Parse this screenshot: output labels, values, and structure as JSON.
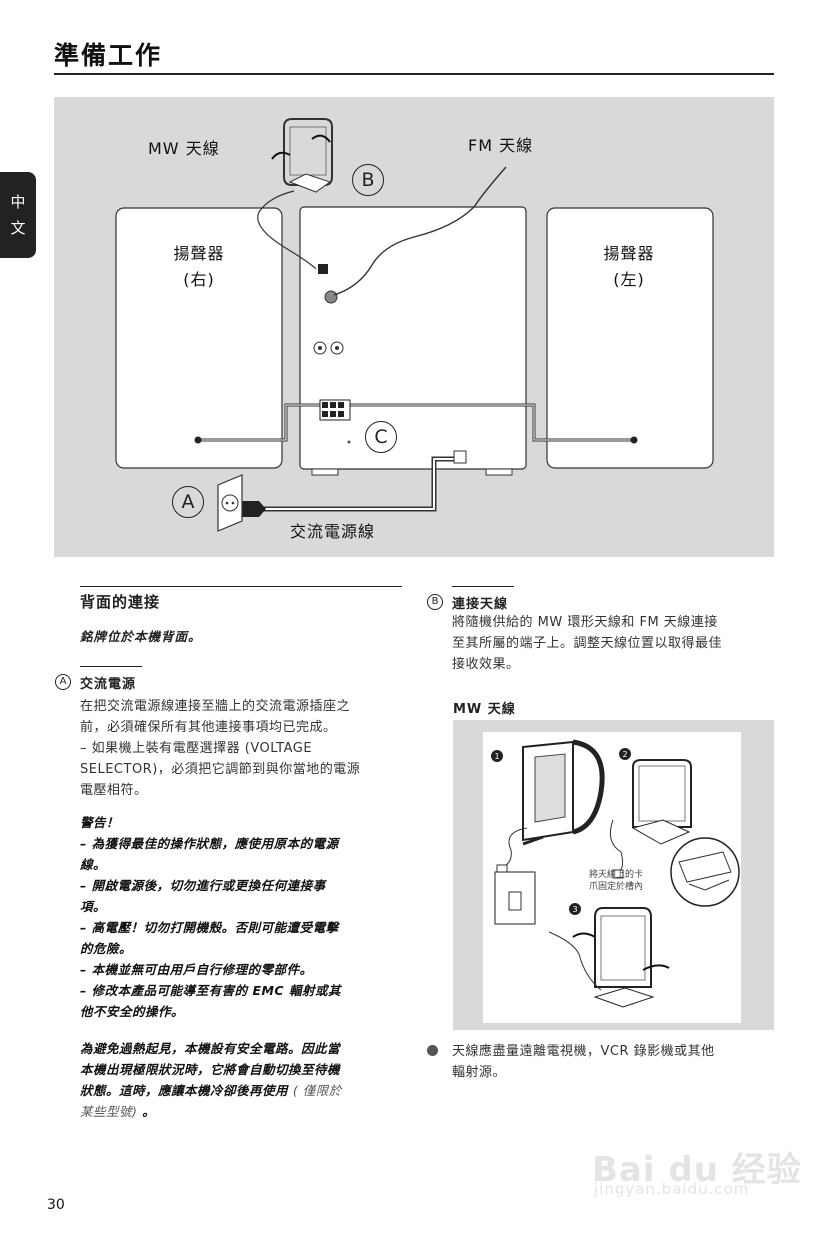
{
  "page": {
    "title": "準備工作",
    "side_tab": [
      "中",
      "文"
    ],
    "page_number": "30"
  },
  "figure": {
    "mw_antenna": "MW 天線",
    "fm_antenna": "FM 天線",
    "speaker_right_1": "揚聲器",
    "speaker_right_2": "(右)",
    "speaker_left_1": "揚聲器",
    "speaker_left_2": "(左)",
    "mark_a": "A",
    "mark_b": "B",
    "mark_c": "C",
    "ac_cord": "交流電源線"
  },
  "left_column": {
    "heading": "背面的連接",
    "note": "銘牌位於本機背面。",
    "ac_mark": "A",
    "ac_heading": "交流電源",
    "ac_body": [
      "在把交流電源線連接至牆上的交流電源插座之",
      "前，必須確保所有其他連接事項均已完成。",
      "– 如果機上裝有電壓選擇器 (VOLTAGE",
      "SELECTOR)，必須把它調節到與你當地的電源",
      "電壓相符。"
    ],
    "warning_lines": [
      "警告！",
      "– 為獲得最佳的操作狀態，應使用原本的電源",
      "線。",
      "– 開啟電源後，切勿進行或更換任何連接事",
      "項。",
      "– 高電壓！切勿打開機殼。否則可能遭受電擊",
      "的危險。",
      "– 本機並無可由用戶自行修理的零部件。",
      "– 修改本產品可能導至有害的 EMC 輻射或其",
      "他不安全的操作。"
    ],
    "safety_1": "為避免過熱起見，本機設有安全電路。因此當",
    "safety_2": "本機出現極限狀況時，它將會自動切換至待機",
    "safety_3": "狀態。這時，應讓本機冷卻後再使用",
    "safety_note": "( 僅限於",
    "safety_note_2": "某些型號)",
    "safety_end": "。"
  },
  "right_column": {
    "b_mark": "B",
    "b_heading": "連接天線",
    "b_body": [
      "將隨機供給的 MW 環形天線和 FM 天線連接",
      "至其所屬的端子上。調整天線位置以取得最佳",
      "接收效果。"
    ],
    "mw_heading": "MW 天線",
    "step_1": "1",
    "step_2": "2",
    "step_3": "3",
    "clip_note_1": "將天線上的卡",
    "clip_note_2": "爪固定於槽內",
    "tip_1": "天線應盡量遠離電視機，VCR 錄影機或其他",
    "tip_2": "輻射源。"
  },
  "watermark": {
    "line1": "Bai du 经验",
    "line2": "jingyan.baidu.com"
  }
}
